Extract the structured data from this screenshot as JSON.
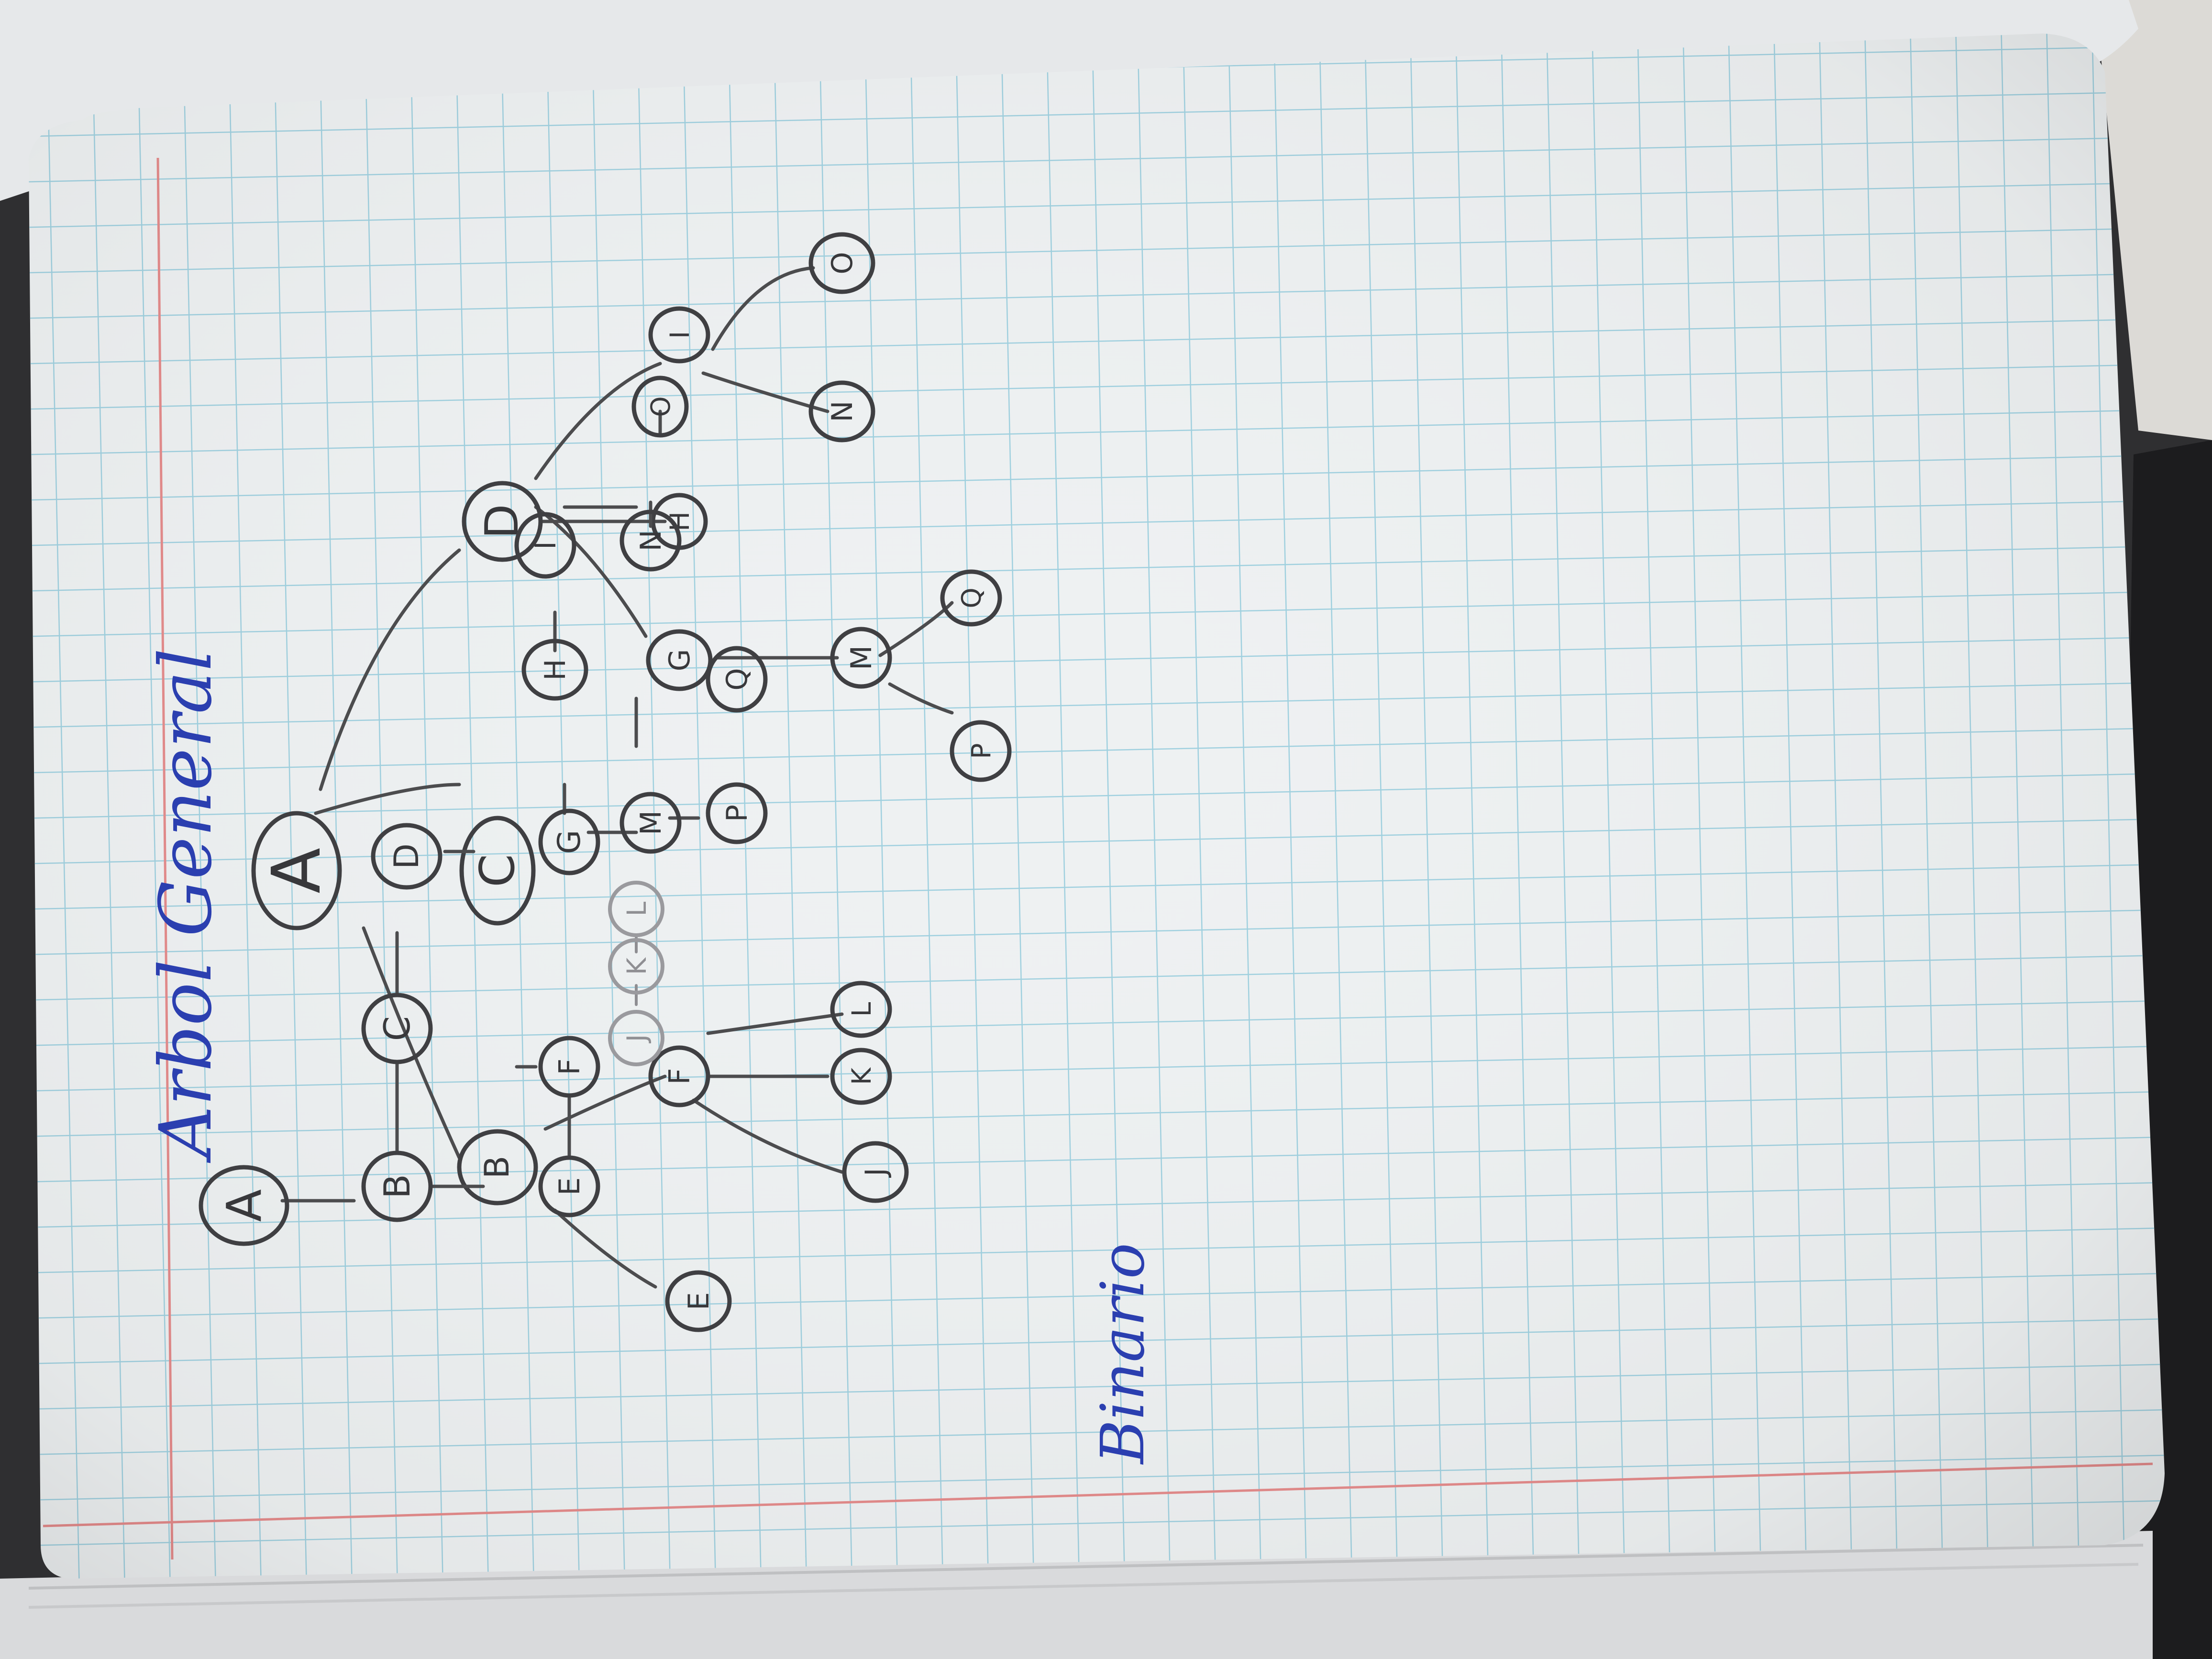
{
  "photo": {
    "subject": "notebook-page",
    "paper_color": "#eef1f2",
    "grid_color": "#9fd0df",
    "margin_line_color": "#e48b8b",
    "ink_color": "#2b3fb0",
    "pencil_color": "#4c4c4e"
  },
  "headings": {
    "general_tree": "Arbol General",
    "binary_tree": "Binario"
  },
  "general_tree": {
    "nodes": [
      "A",
      "B",
      "C",
      "D",
      "E",
      "F",
      "G",
      "H",
      "I",
      "J",
      "K",
      "L",
      "M",
      "N",
      "O",
      "P",
      "Q"
    ]
  },
  "binary_tree": {
    "nodes": [
      "A",
      "B",
      "C",
      "D",
      "E",
      "F",
      "G",
      "H",
      "I",
      "J",
      "K",
      "L",
      "M",
      "N",
      "O",
      "P",
      "Q"
    ]
  }
}
